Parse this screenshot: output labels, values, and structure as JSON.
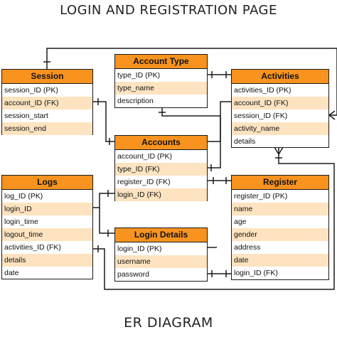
{
  "title": "LOGIN AND REGISTRATION PAGE",
  "footer": "ER DIAGRAM",
  "colors": {
    "header": "#f7931e",
    "alt_row": "#fde3c0",
    "border": "#1a1a1a"
  },
  "entities": {
    "session": {
      "name": "Session",
      "attributes": [
        "session_ID (PK)",
        "account_ID (FK)",
        "session_start",
        "session_end"
      ]
    },
    "account_type": {
      "name": "Account Type",
      "attributes": [
        "type_ID (PK)",
        "type_name",
        "description"
      ]
    },
    "activities": {
      "name": "Activities",
      "attributes": [
        "activities_ID (PK)",
        "account_ID (FK)",
        "session_ID (FK)",
        "activity_name",
        "details"
      ]
    },
    "accounts": {
      "name": "Accounts",
      "attributes": [
        "account_ID (PK)",
        "type_ID (FK)",
        "register_ID (FK)",
        "login_ID (FK)"
      ]
    },
    "logs": {
      "name": "Logs",
      "attributes": [
        "log_ID (PK)",
        "login_ID",
        "login_time",
        "logout_time",
        "activities_ID (FK)",
        "details",
        "date"
      ]
    },
    "register": {
      "name": "Register",
      "attributes": [
        "register_ID (PK)",
        "name",
        "age",
        "gender",
        "address",
        "date",
        "login_ID (FK)"
      ]
    },
    "login_details": {
      "name": "Login Details",
      "attributes": [
        "login_ID (PK)",
        "username",
        "password"
      ]
    }
  }
}
